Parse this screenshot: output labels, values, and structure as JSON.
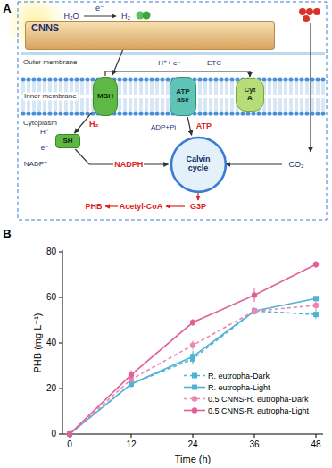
{
  "diagram": {
    "nodes": [
      {
        "text": [
          "CNNS"
        ]
      },
      {
        "text": [
          "MBH"
        ]
      },
      {
        "text": [
          "ATP ase"
        ]
      },
      {
        "text": [
          "Cyt A"
        ]
      },
      {
        "text": [
          "SH"
        ]
      },
      {
        "text": [
          "Calvin cycle"
        ]
      }
    ],
    "edges": [
      {
        "from": 1,
        "to": 4,
        "arrow": "to",
        "label": "H₂"
      },
      {
        "from": 1,
        "to": 3,
        "arrow": "to"
      },
      {
        "from": 2,
        "to": 5,
        "arrow": "to",
        "label": "ATP"
      },
      {
        "from": 4,
        "to": 5,
        "arrow": "to",
        "label": "NADPH"
      }
    ],
    "labels": [
      "A",
      "e⁻",
      "H₂O",
      "H₂",
      "Outer membrane",
      "H⁺+ e⁻",
      "ETC",
      "Inner membrane",
      "Cytoplasm",
      "H⁺",
      "e⁻",
      "NADP⁺",
      "ADP+Pi",
      "CO₂",
      "PHB",
      "Acetyl-CoA",
      "G3P",
      "B",
      "0",
      "20",
      "40",
      "60",
      "80",
      "0",
      "12",
      "24",
      "36",
      "48",
      "PHB (mg L⁻¹)",
      "Time (h)"
    ],
    "legend": [
      {
        "text": "R. eutropha-Dark"
      },
      {
        "text": "R. eutropha-Light"
      },
      {
        "text": "0.5 CNNS-R. eutropha-Dark"
      },
      {
        "text": "0.5 CNNS-R. eutropha-Light"
      }
    ]
  }
}
